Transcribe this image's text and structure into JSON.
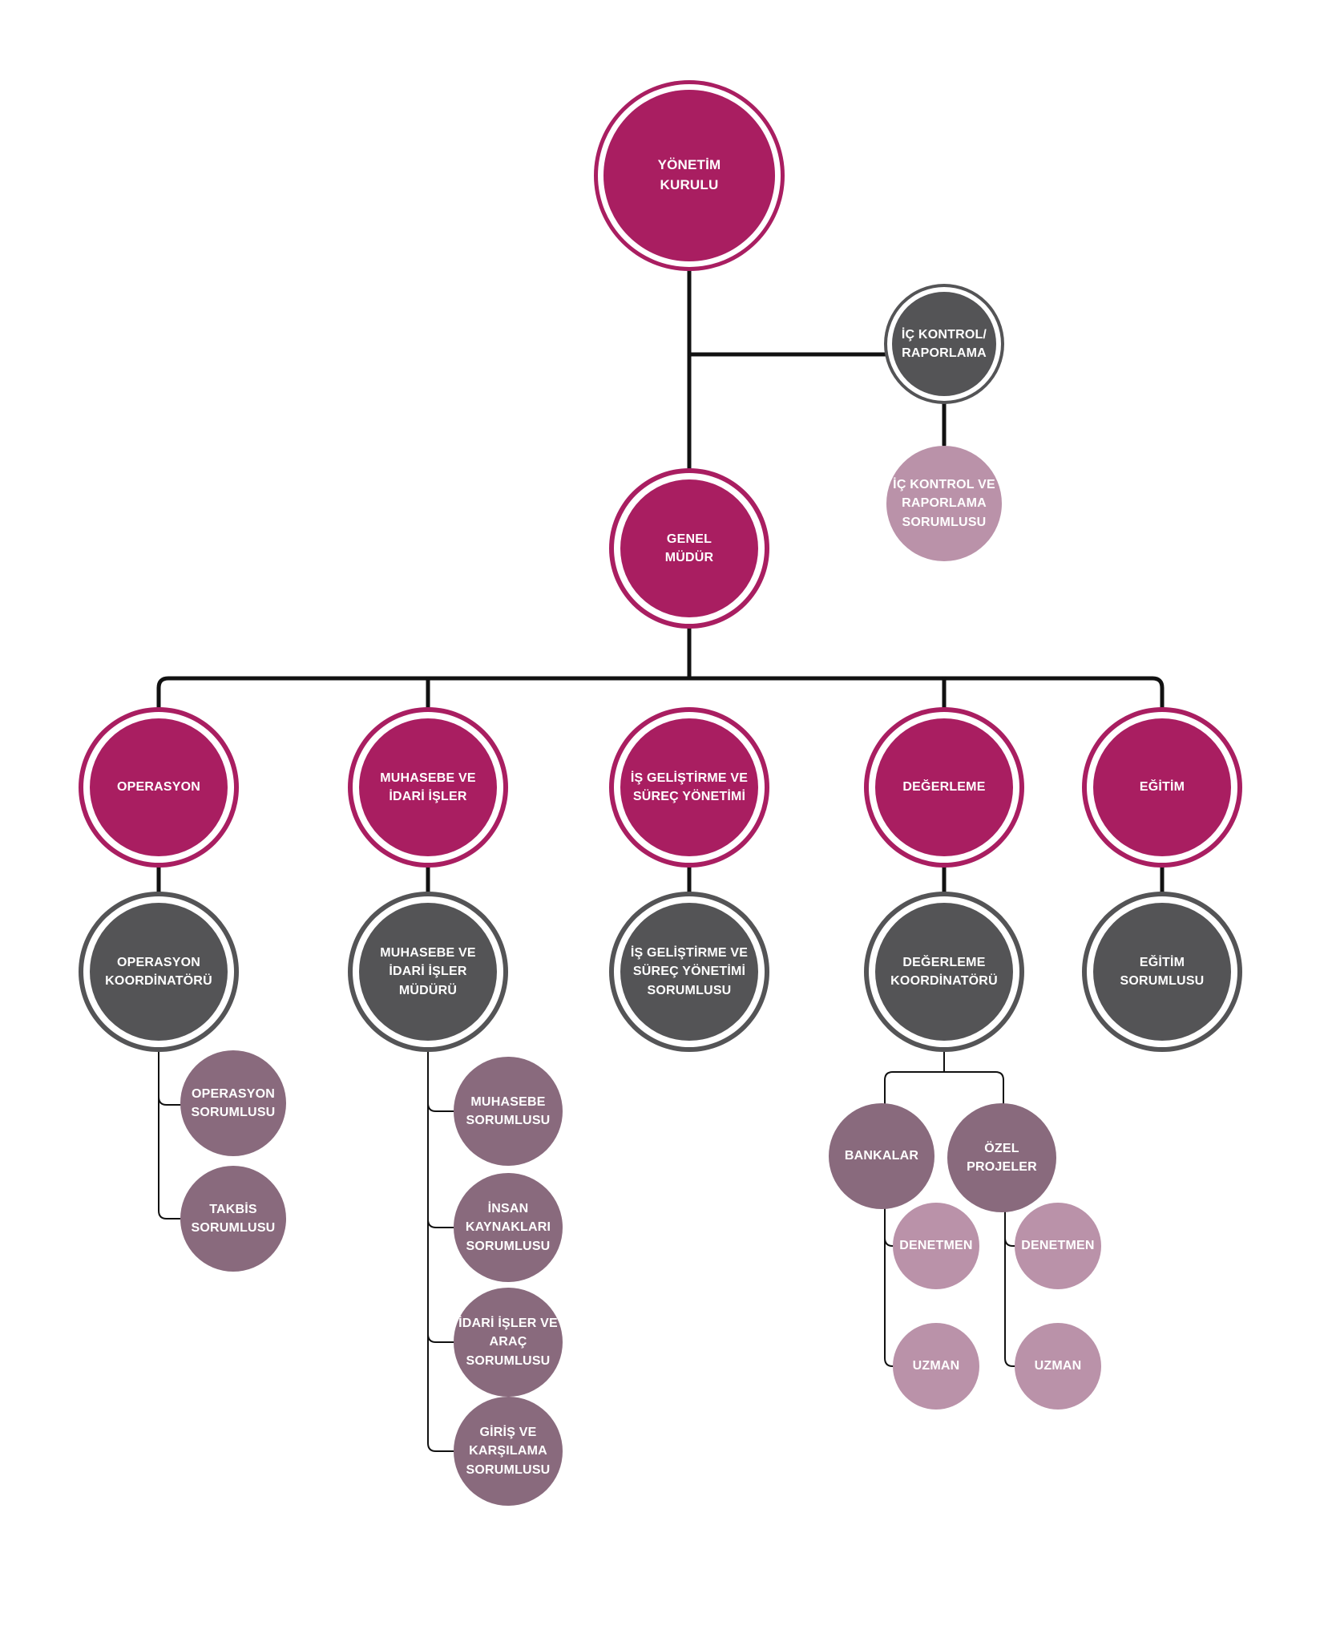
{
  "nodes": {
    "yonetim": "YÖNETİM\nKURULU",
    "ic_kontrol": "İÇ KONTROL/\nRAPORLAMA",
    "ic_kontrol_sorumlusu": "İÇ KONTROL VE\nRAPORLAMA\nSORUMLUSU",
    "genel_mudur": "GENEL\nMÜDÜR",
    "operasyon": "OPERASYON",
    "muhasebe": "MUHASEBE  VE\nİDARİ  İŞLER",
    "is_gelistirme": "İŞ GELİŞTİRME VE\nSÜREÇ YÖNETİMİ",
    "degerleme": "DEĞERLEME",
    "egitim": "EĞİTİM",
    "operasyon_koord": "OPERASYON\nKOORDİNATÖRÜ",
    "muhasebe_mudur": "MUHASEBE  VE\nİDARİ  İŞLER\nMÜDÜRÜ",
    "is_gelistirme_sor": "İŞ GELİŞTİRME VE\nSÜREÇ YÖNETİMİ\nSORUMLUSU",
    "degerleme_koord": "DEĞERLEME\nKOORDİNATÖRÜ",
    "egitim_sor": "EĞİTİM\nSORUMLUSU",
    "operasyon_sor": "OPERASYON\nSORUMLUSU",
    "takbis_sor": "TAKBİS\nSORUMLUSU",
    "muhasebe_sor": "MUHASEBE\nSORUMLUSU",
    "insan_kaynaklari_sor": "İNSAN\nKAYNAKLARI\nSORUMLUSU",
    "idari_isler_sor": "İDARİ İŞLER VE\nARAÇ SORUMLUSU",
    "giris_sor": "GİRİŞ VE\nKARŞILAMA\nSORUMLUSU",
    "bankalar": "BANKALAR",
    "ozel_projeler": "ÖZEL\nPROJELER",
    "denetmen_1": "DENETMEN",
    "uzman_1": "UZMAN",
    "denetmen_2": "DENETMEN",
    "uzman_2": "UZMAN"
  },
  "colors": {
    "magenta": "#a91e61",
    "dark_gray": "#545456",
    "dark_mauve": "#896a7d",
    "light_mauve": "#ba92a9",
    "line": "#111111"
  }
}
